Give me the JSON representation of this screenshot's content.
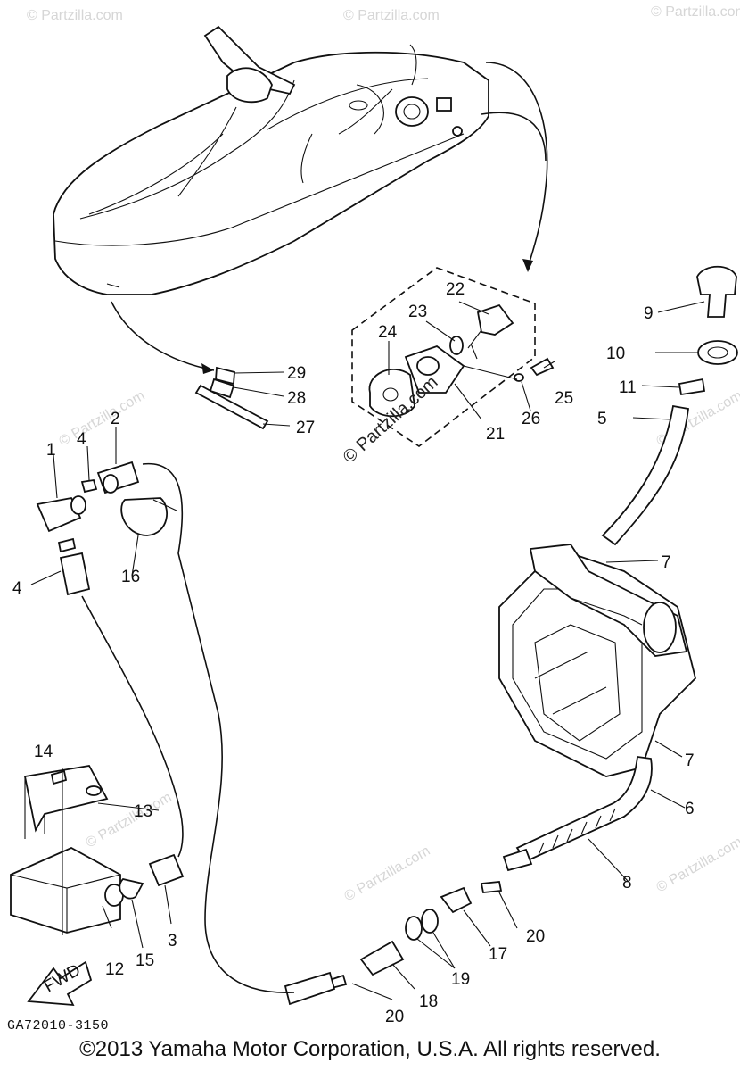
{
  "watermark": "© Partzilla.com",
  "direction_label": "FWD",
  "drawing_code": "GA72010-3150",
  "copyright": "©2013 Yamaha Motor Corporation, U.S.A. All rights reserved.",
  "callouts": {
    "c1": "1",
    "c2": "2",
    "c3": "3",
    "c4a": "4",
    "c4b": "4",
    "c5": "5",
    "c6": "6",
    "c7a": "7",
    "c7b": "7",
    "c8": "8",
    "c9": "9",
    "c10": "10",
    "c11": "11",
    "c12": "12",
    "c13": "13",
    "c14": "14",
    "c15": "15",
    "c16": "16",
    "c17": "17",
    "c18": "18",
    "c19": "19",
    "c20a": "20",
    "c20b": "20",
    "c21": "21",
    "c22": "22",
    "c23": "23",
    "c24": "24",
    "c25": "25",
    "c26": "26",
    "c27": "27",
    "c28": "28",
    "c29": "29"
  }
}
